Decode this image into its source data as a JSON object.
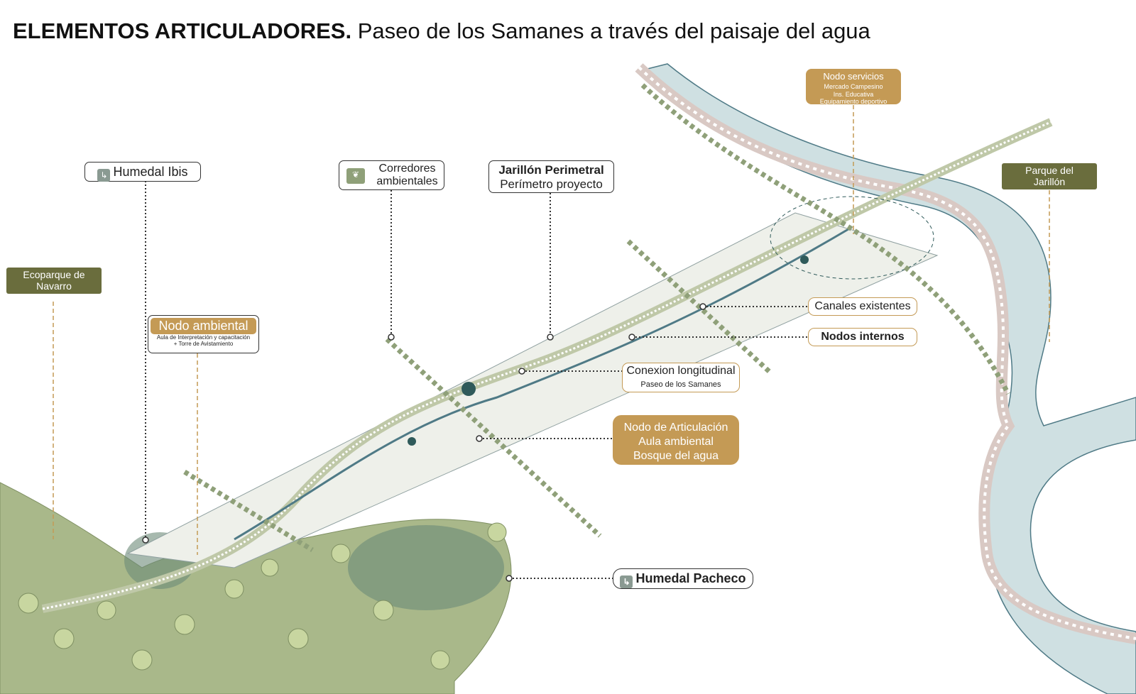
{
  "title": {
    "bold": "ELEMENTOS ARTICULADORES.",
    "rest": " Paseo de los Samanes a través del paisaje del agua"
  },
  "labels": {
    "humedal_ibis": "Humedal Ibis",
    "corredores": [
      "Corredores",
      "ambientales"
    ],
    "jarillon": [
      "Jarillón Perimetral",
      "Perímetro proyecto"
    ],
    "nodo_servicios": {
      "title": "Nodo servicios",
      "lines": [
        "Mercado Campesino",
        "Ins. Educativa",
        "Equipamiento deportivo"
      ]
    },
    "parque_jarillon": [
      "Parque del",
      "Jarillón"
    ],
    "ecoparque": [
      "Ecoparque de",
      "Navarro"
    ],
    "nodo_ambiental": {
      "title": "Nodo ambiental",
      "lines": [
        "Aula de Interpretación y capacitación",
        "+ Torre de Avistamiento"
      ]
    },
    "canales": "Canales existentes",
    "nodos_internos": "Nodos internos",
    "conexion": {
      "title": "Conexion longitudinal",
      "sub": "Paseo de los Samanes"
    },
    "nodo_articulacion": [
      "Nodo de Articulación",
      "Aula ambiental",
      "Bosque del agua"
    ],
    "humedal_pacheco": "Humedal Pacheco"
  },
  "colors": {
    "olive": "#6a6d3d",
    "gold": "#c49a55",
    "green": "#8fa26b",
    "water": "#c9dde0"
  }
}
